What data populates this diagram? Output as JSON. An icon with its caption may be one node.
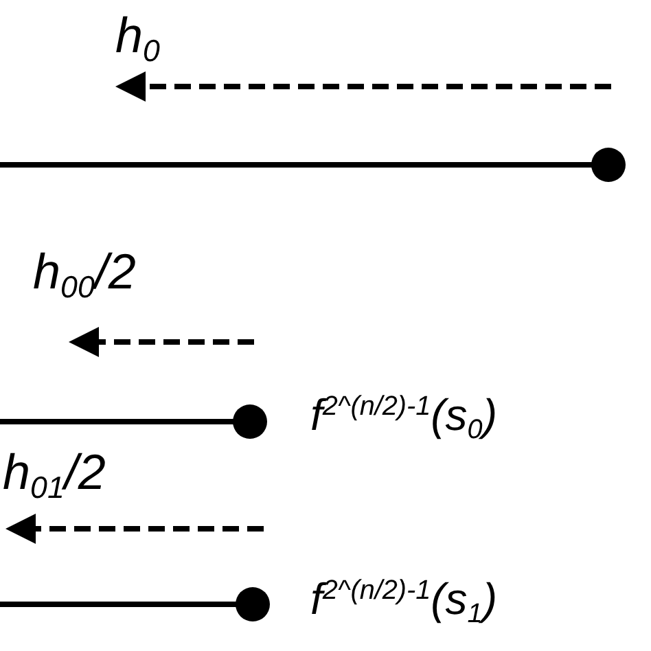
{
  "diagram": {
    "labels": [
      "h$_{0}$",
      "h$_{00}$/2",
      "f$^{2^(n/2)-1}$(s$_{0}$)",
      "h$_{01}$/2",
      "f$^{2^(n/2)-1}$(s$_{1}$)"
    ]
  }
}
